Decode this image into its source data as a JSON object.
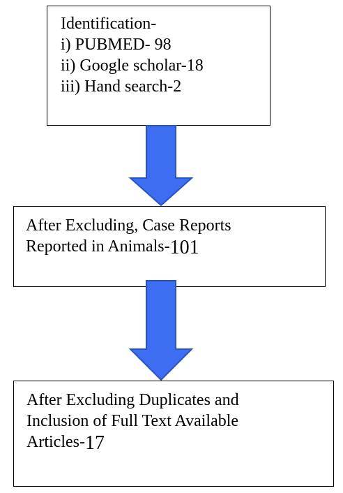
{
  "boxes": [
    {
      "lines": [
        "Identification-",
        "i) PUBMED- 98",
        "ii) Google scholar-18",
        "iii) Hand search-2"
      ]
    },
    {
      "line1": "After Excluding, Case Reports",
      "line2_text": "Reported in Animals-",
      "line2_number": "101"
    },
    {
      "line1": "After Excluding Duplicates and",
      "line2": "Inclusion of Full Text Available",
      "line3_text": "Articles-",
      "line3_number": "17"
    }
  ],
  "colors": {
    "arrow_fill": "#3d6df0",
    "arrow_stroke": "#2a52c8",
    "border": "#000000"
  }
}
